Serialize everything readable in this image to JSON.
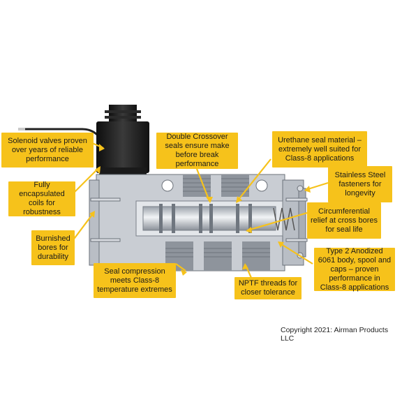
{
  "callouts": {
    "solenoid": "Solenoid valves proven over years of reliable performance",
    "coils": "Fully encapsulated coils for robustness",
    "burnished": "Burnished bores for durability",
    "seal_compression": "Seal compression meets Class-8 temperature extremes",
    "crossover": "Double Crossover seals ensure make before break performance",
    "urethane": "Urethane seal material – extremely well suited for Class-8 applications",
    "stainless": "Stainless Steel fasteners for longevity",
    "circumferential": "Circumferential relief at cross bores for seal life",
    "anodized": "Type 2 Anodized 6061 body, spool and caps – proven performance in Class-8 applications",
    "nptf": "NPTF threads for closer tolerance"
  },
  "copyright": "Copyright 2021: Airman Products LLC",
  "colors": {
    "callout": "#f6c21b",
    "leader": "#f6c21b",
    "body": "#c9cdd3",
    "body_dark": "#8e949c",
    "solenoid": "#1c1c1c"
  }
}
